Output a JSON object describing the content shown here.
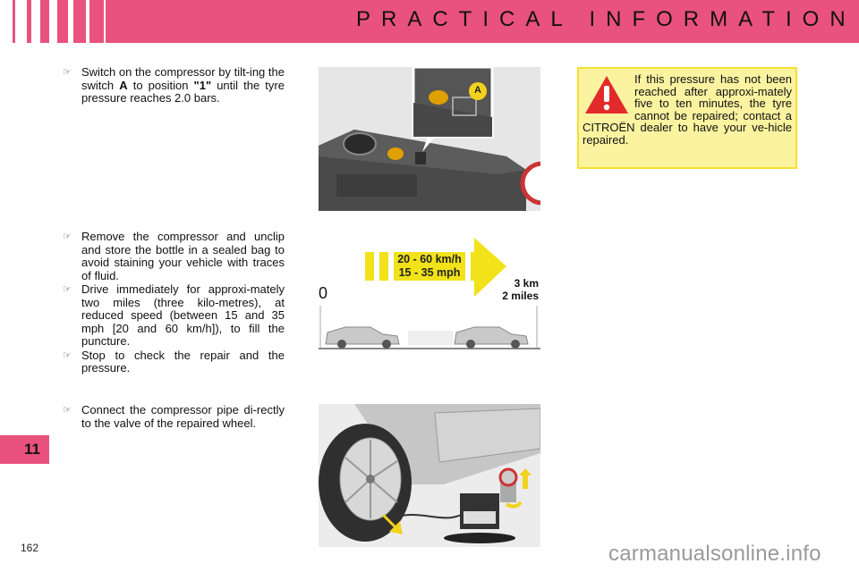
{
  "header": {
    "title": "PRACTICAL INFORMATION",
    "color": "#e9527c"
  },
  "steps": {
    "step1": {
      "bullet_icon": "pointing-hand-icon",
      "text_before_a": "Switch on the compressor by tilt-ing the switch ",
      "switch_label": "A",
      "text_middle": " to position ",
      "position_label": "\"1\"",
      "text_after": " until the tyre pressure reaches 2.0 bars."
    },
    "step2": {
      "bullet_icon": "pointing-hand-icon",
      "text": "Remove the compressor and unclip and store the bottle in a sealed bag to avoid staining your vehicle with traces of fluid."
    },
    "step3": {
      "bullet_icon": "pointing-hand-icon",
      "text": "Drive immediately for approxi-mately two miles (three kilo-metres), at reduced speed (between 15 and 35 mph [20 and 60 km/h]), to fill the puncture."
    },
    "step4": {
      "bullet_icon": "pointing-hand-icon",
      "text": "Stop to check the repair and the pressure."
    },
    "step5": {
      "bullet_icon": "pointing-hand-icon",
      "text": "Connect the compressor pipe di-rectly to the valve of the repaired wheel."
    }
  },
  "warning": {
    "icon": "warning-triangle-icon",
    "text": "If this pressure has not been reached after approxi-mately five to ten minutes, the tyre cannot be repaired; contact a CITROËN dealer to have your ve-hicle repaired.",
    "background": "#fbf3a0",
    "border": "#f4e030"
  },
  "figures": {
    "compressor": {
      "callout_label": "A"
    },
    "drive_diagram": {
      "speed_kmh": "20 - 60 km/h",
      "speed_mph": "15 - 35 mph",
      "start_label": "0",
      "distance_km": "3 km",
      "distance_miles": "2 miles"
    },
    "wheel_connection": {}
  },
  "chapter_tab": {
    "number": "11"
  },
  "page_number": "162",
  "watermark": "carmanualsonline.info"
}
